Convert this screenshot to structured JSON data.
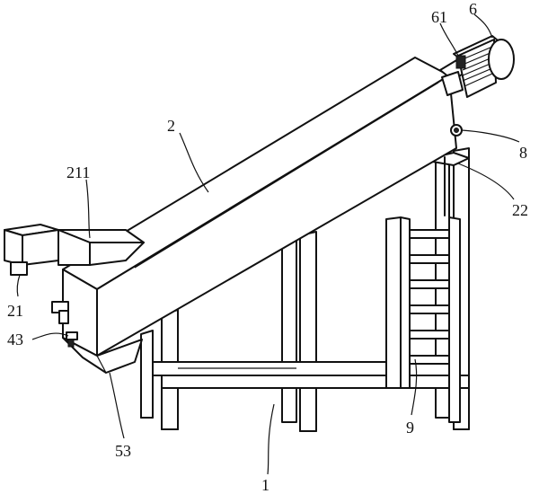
{
  "labels": {
    "l1": "1",
    "l2": "2",
    "l211": "211",
    "l21": "21",
    "l43": "43",
    "l53": "53",
    "l6": "6",
    "l61": "61",
    "l8": "8",
    "l22": "22",
    "l9": "9"
  }
}
